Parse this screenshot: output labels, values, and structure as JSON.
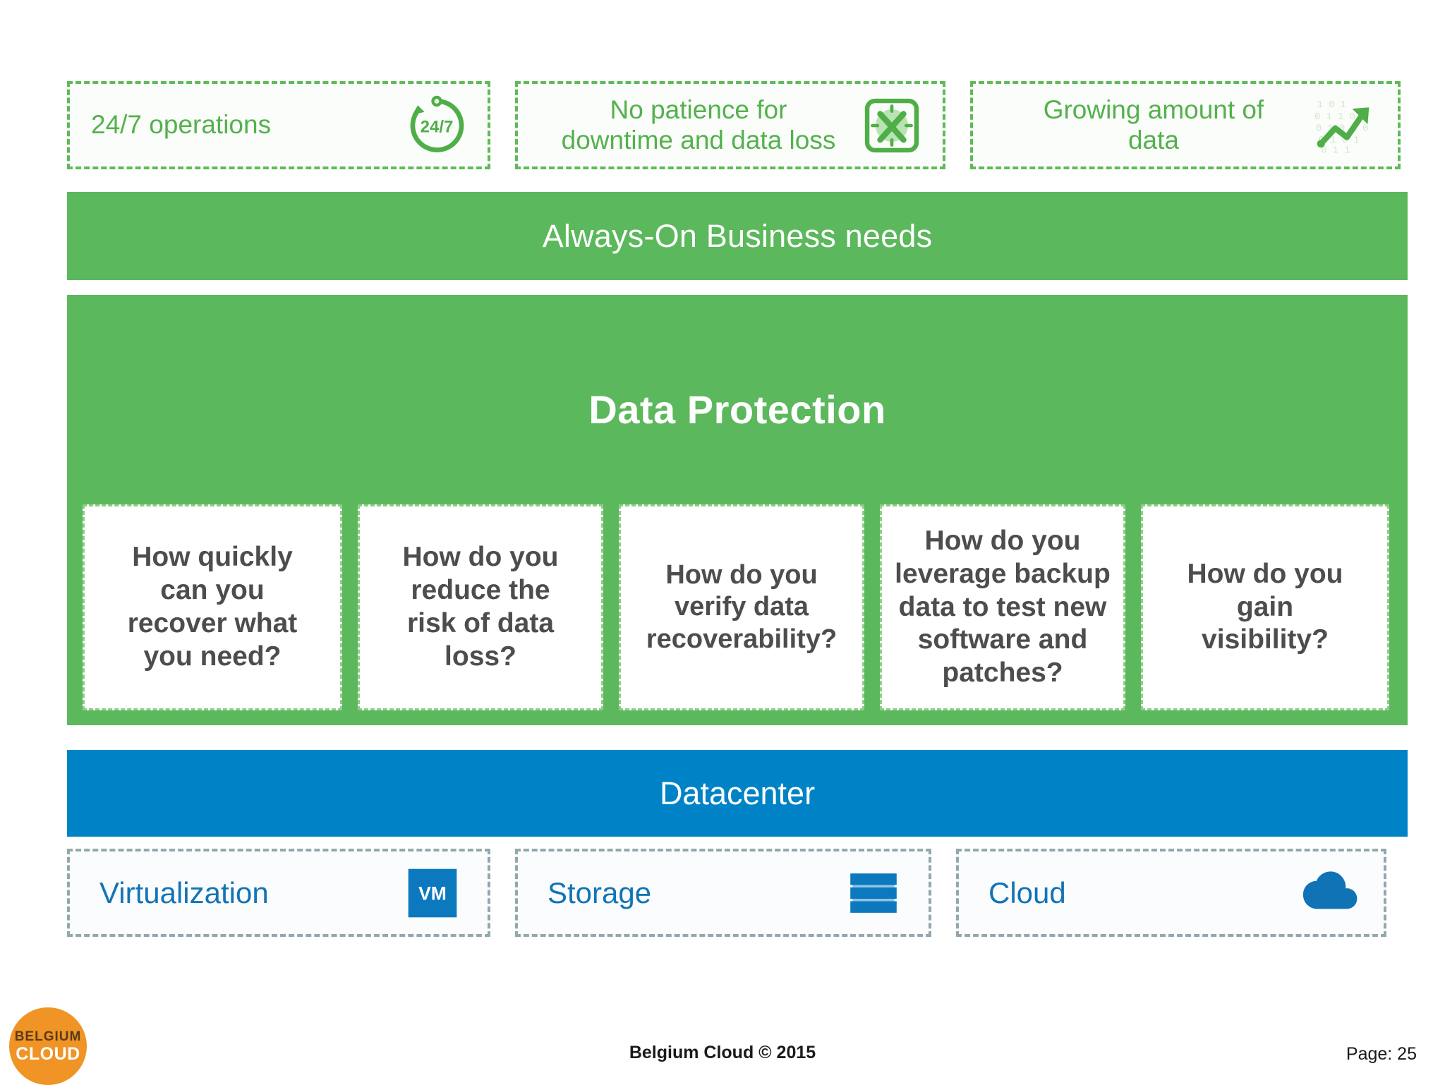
{
  "slide": {
    "drivers": [
      {
        "label": "24/7 operations",
        "icon": "clock-24-7-icon"
      },
      {
        "label": "No patience for\ndowntime and data loss",
        "icon": "no-downtime-clock-icon"
      },
      {
        "label": "Growing amount of\ndata",
        "icon": "growing-data-arrow-icon"
      }
    ],
    "always_on_band": {
      "title": "Always-On Business needs",
      "color": "#5cb85c"
    },
    "data_protection": {
      "title": "Data Protection",
      "color": "#5cb85c",
      "questions": [
        "How quickly\ncan you\nrecover what\nyou need?",
        "How do you\nreduce the\nrisk of data\nloss?",
        "How do you\nverify data\nrecoverability?",
        "How do you\nleverage backup\ndata to test new\nsoftware and\npatches?",
        "How do you\ngain\nvisibility?"
      ]
    },
    "datacenter_band": {
      "title": "Datacenter",
      "color": "#0083c6"
    },
    "infrastructure": [
      {
        "label": "Virtualization",
        "icon": "vm-square-icon",
        "icon_text": "VM"
      },
      {
        "label": "Storage",
        "icon": "disk-stack-icon"
      },
      {
        "label": "Cloud",
        "icon": "cloud-icon"
      }
    ],
    "logo": {
      "line1": "BELGIUM",
      "line2": "CLOUD",
      "color": "#ef9425"
    },
    "footer": {
      "center": "Belgium Cloud © 2015",
      "right": "Page: 25"
    }
  }
}
